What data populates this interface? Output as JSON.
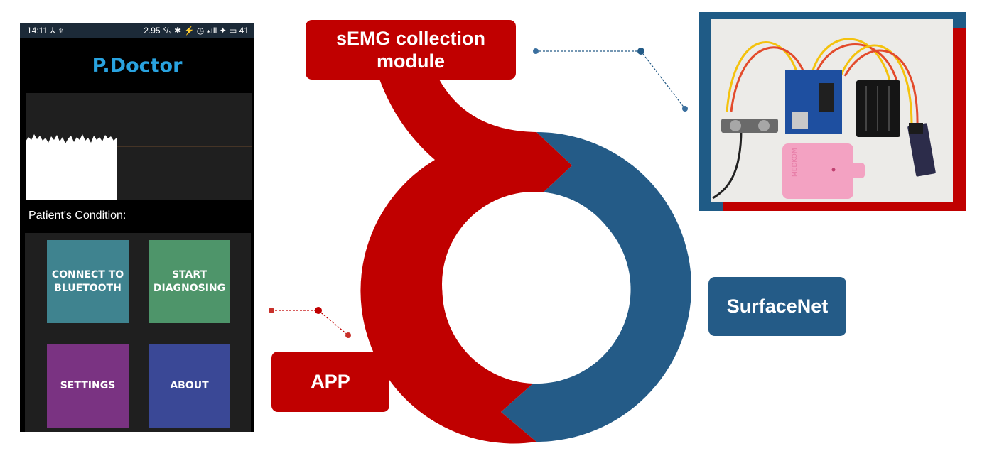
{
  "phone": {
    "status_time": "14:11 ⅄ ♆",
    "status_right": "2.95 ᴷ/ₛ ✱ ⚡ ◷ ⁎ıll ✦ ▭ 41",
    "app_title": "P.Doctor",
    "condition_label": "Patient's Condition:",
    "buttons": {
      "connect": "CONNECT TO BLUETOOTH",
      "start": "START DIAGNOSING",
      "settings": "SETTINGS",
      "about": "ABOUT"
    }
  },
  "labels": {
    "semg": "sEMG collection module",
    "app": "APP",
    "surfacenet": "SurfaceNet"
  },
  "photo": {
    "electrode_brand": "MEDKOM"
  },
  "colors": {
    "red": "#c00000",
    "blue": "#245b87",
    "dark_blue": "#1f5b86",
    "title_blue": "#29a3e0"
  }
}
